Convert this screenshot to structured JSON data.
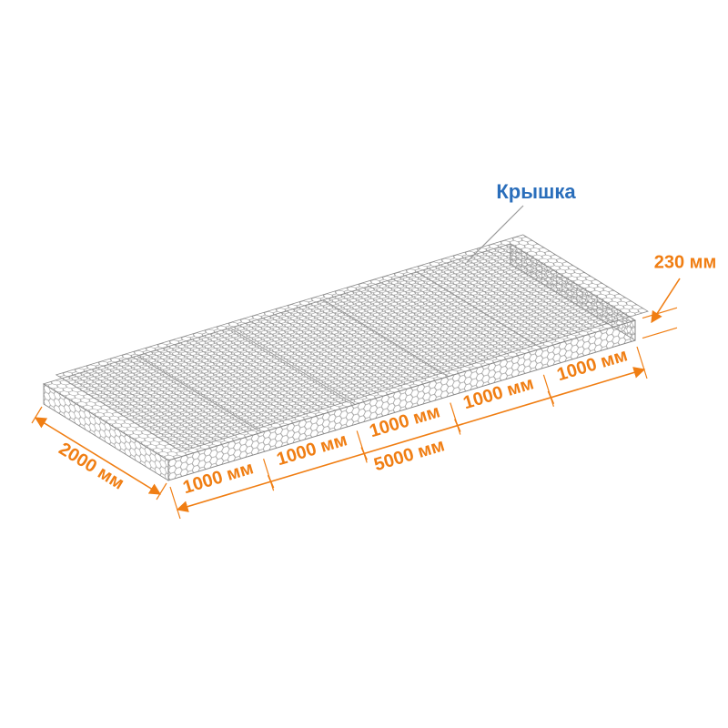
{
  "labels": {
    "lid": "Крышка",
    "height": "230 мм",
    "width": "2000 мм",
    "total_length": "5000 мм",
    "segments": [
      "1000 мм",
      "1000 мм",
      "1000 мм",
      "1000 мм",
      "1000 мм"
    ]
  },
  "values": {
    "height_mm": 230,
    "width_mm": 2000,
    "length_mm": 5000,
    "segment_mm": 1000,
    "segment_count": 5
  },
  "colors": {
    "background": "#FFFFFF",
    "dimension_orange": "#F07E13",
    "label_blue": "#2A6EBB",
    "mesh_gray": "#9A9A9A",
    "edge_gray": "#848484"
  }
}
